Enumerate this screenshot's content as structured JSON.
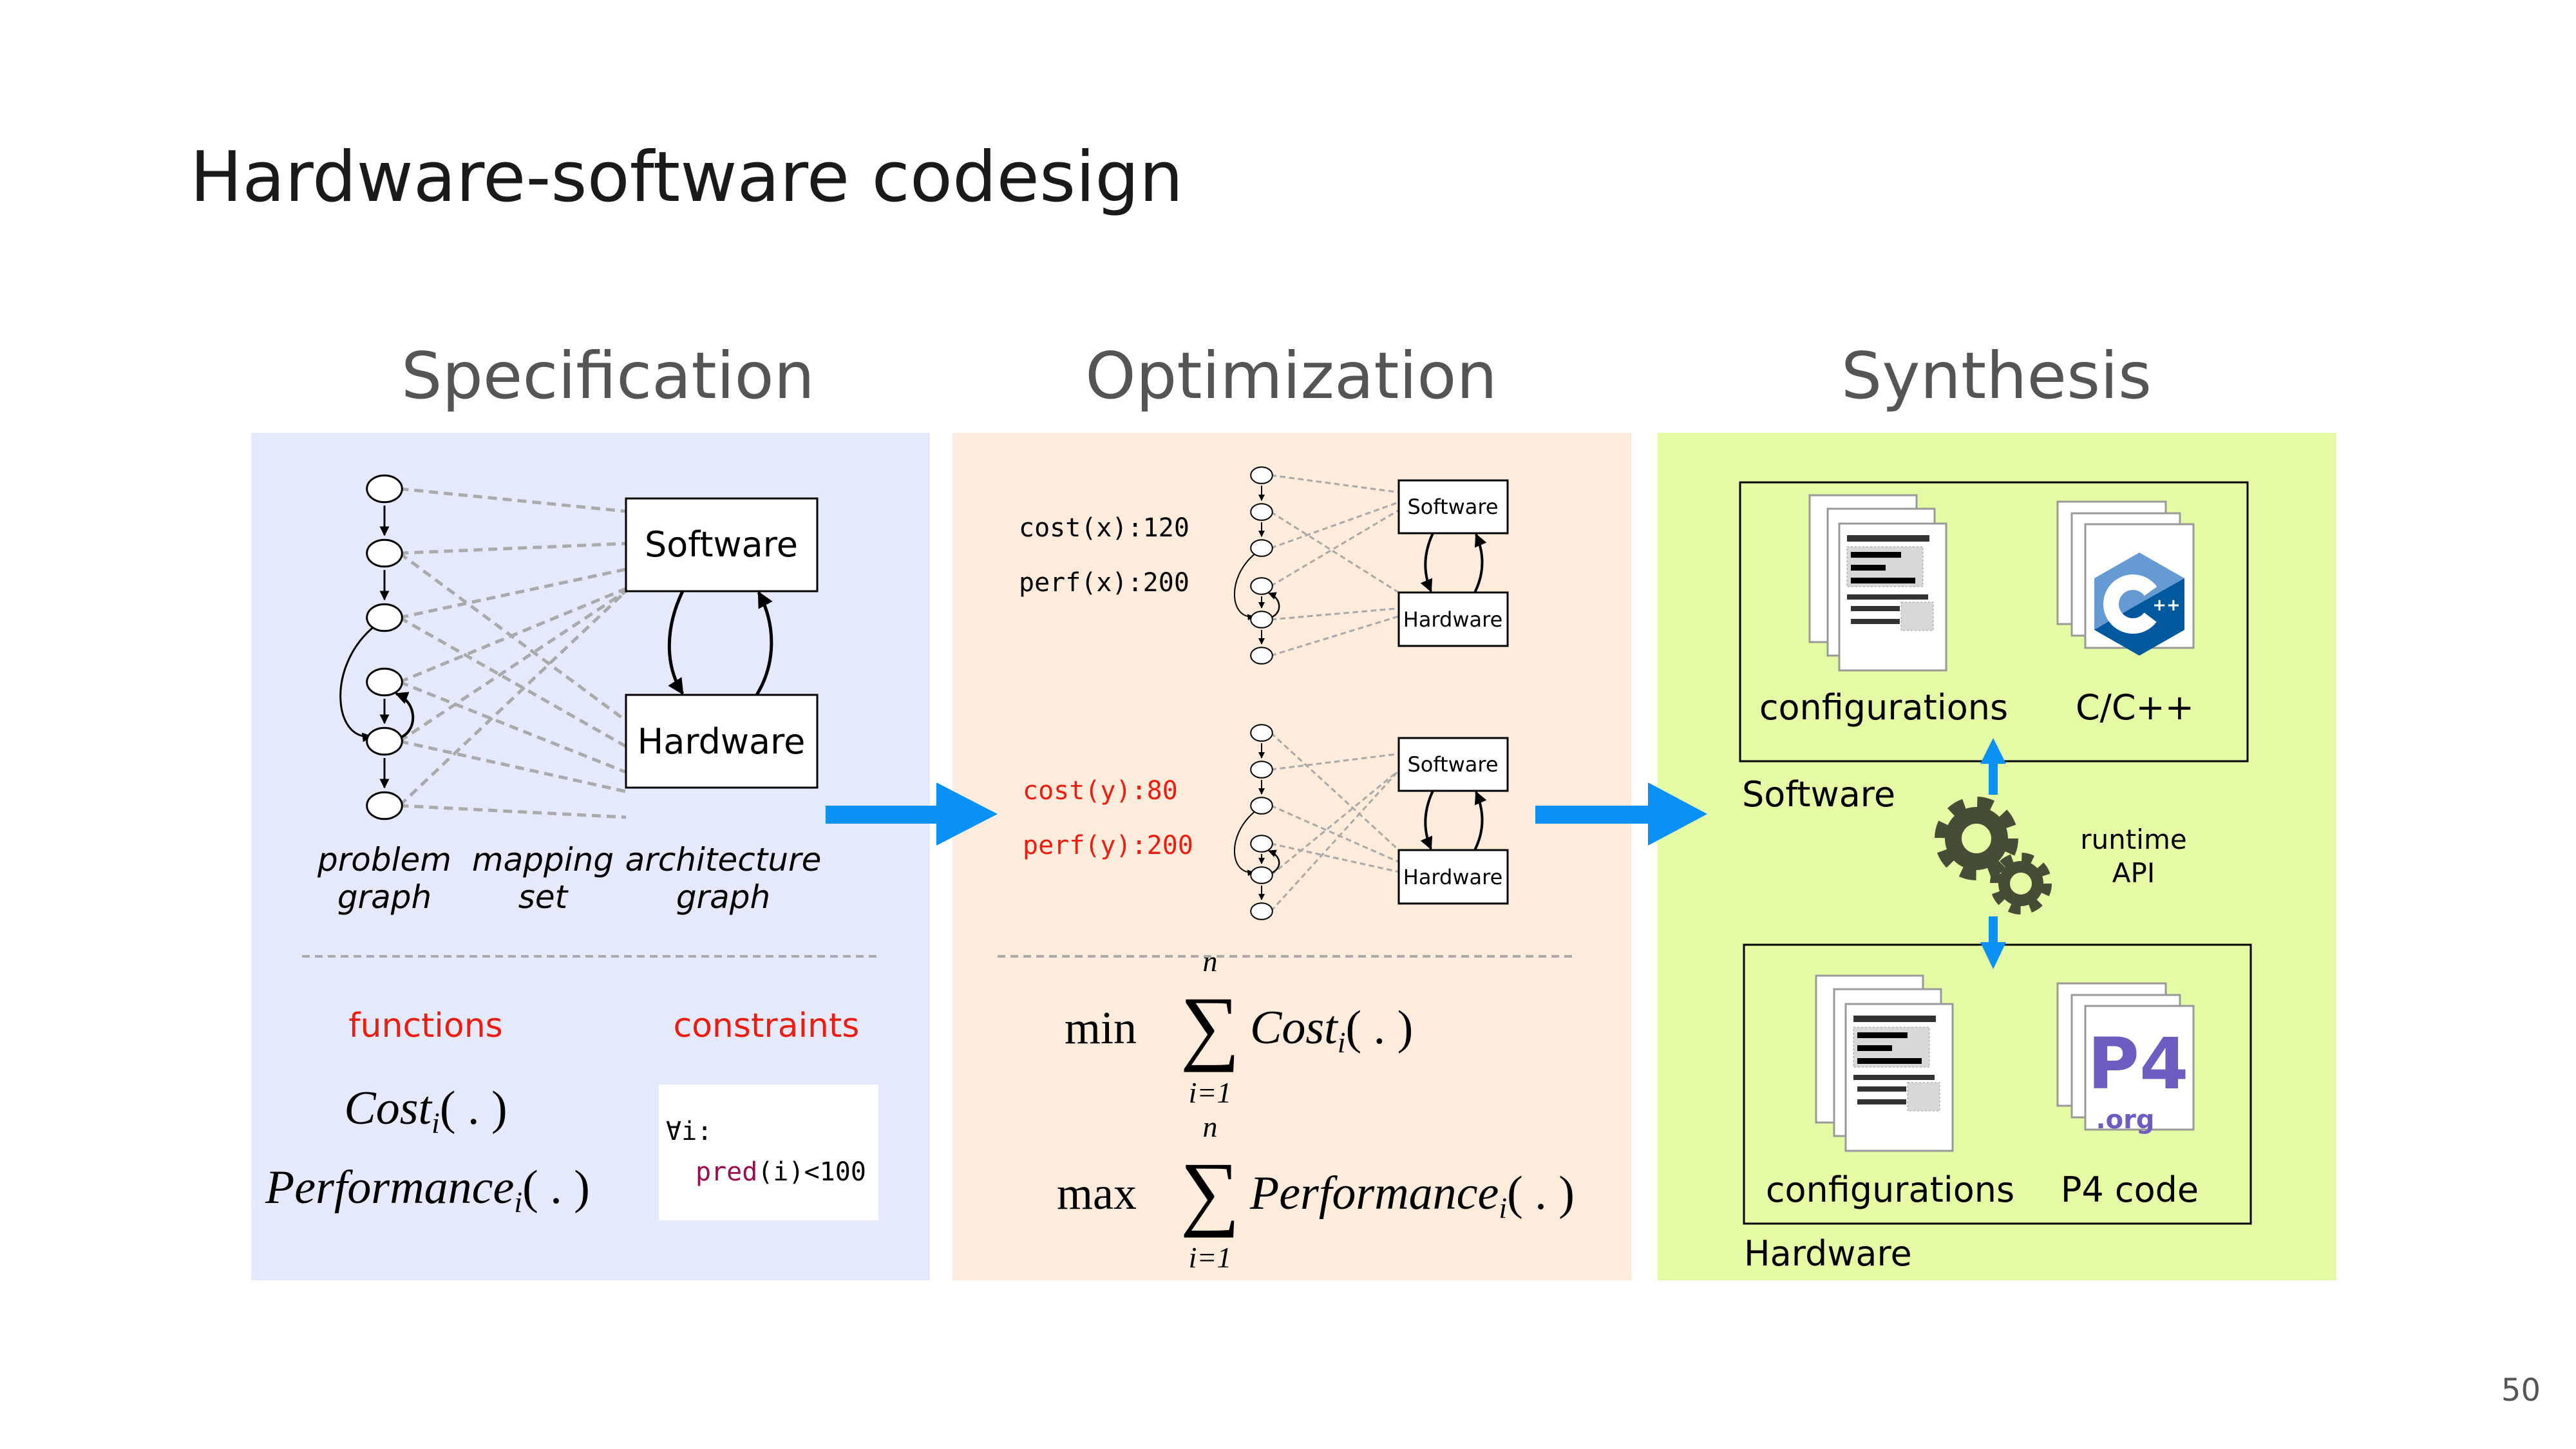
{
  "slide": {
    "title": "Hardware-software codesign",
    "page_number": "50"
  },
  "colors": {
    "specification_bg": "#e4e9fc",
    "optimization_bg": "#fdecdb",
    "synthesis_bg": "#e5faa5",
    "arrow": "#0a91f5",
    "highlight_red": "#ee1c0e",
    "code_keyword": "#9b0b4e",
    "gear": "#454d36"
  },
  "specification": {
    "header": "Specification",
    "software_box": "Software",
    "hardware_box": "Hardware",
    "labels": {
      "problem_1": "problem",
      "problem_2": "graph",
      "mapping_1": "mapping",
      "mapping_2": "set",
      "arch_1": "architecture",
      "arch_2": "graph"
    },
    "functions_label": "functions",
    "constraints_label": "constraints",
    "cost_fn": "Cost",
    "perf_fn": "Performance",
    "subscript": "i",
    "args": "( . )",
    "constraint_line1": "∀i:",
    "constraint_keyword": "pred",
    "constraint_rest": "(i)<100"
  },
  "optimization": {
    "header": "Optimization",
    "candidate_x": {
      "cost": "cost(x):120",
      "perf": "perf(x):200",
      "software": "Software",
      "hardware": "Hardware"
    },
    "candidate_y": {
      "cost": "cost(y):80",
      "perf": "perf(y):200",
      "software": "Software",
      "hardware": "Hardware"
    },
    "min_label": "min",
    "max_label": "max",
    "sum_symbol": "∑",
    "sum_upper": "n",
    "sum_lower": "i=1",
    "cost_fn": "Cost",
    "perf_fn": "Performance",
    "subscript": "i",
    "args": "( . )"
  },
  "synthesis": {
    "header": "Synthesis",
    "software_group": "Software",
    "hardware_group": "Hardware",
    "sw_config": "configurations",
    "sw_code": "C/C++",
    "hw_config": "configurations",
    "hw_code": "P4 code",
    "runtime_1": "runtime",
    "runtime_2": "API",
    "cpp_logo_text": "++",
    "p4_logo_text": "P4",
    "p4_logo_org": ".org",
    "icons": [
      "document-stack-icon",
      "cpp-logo-icon",
      "gears-icon",
      "p4-logo-icon"
    ]
  }
}
